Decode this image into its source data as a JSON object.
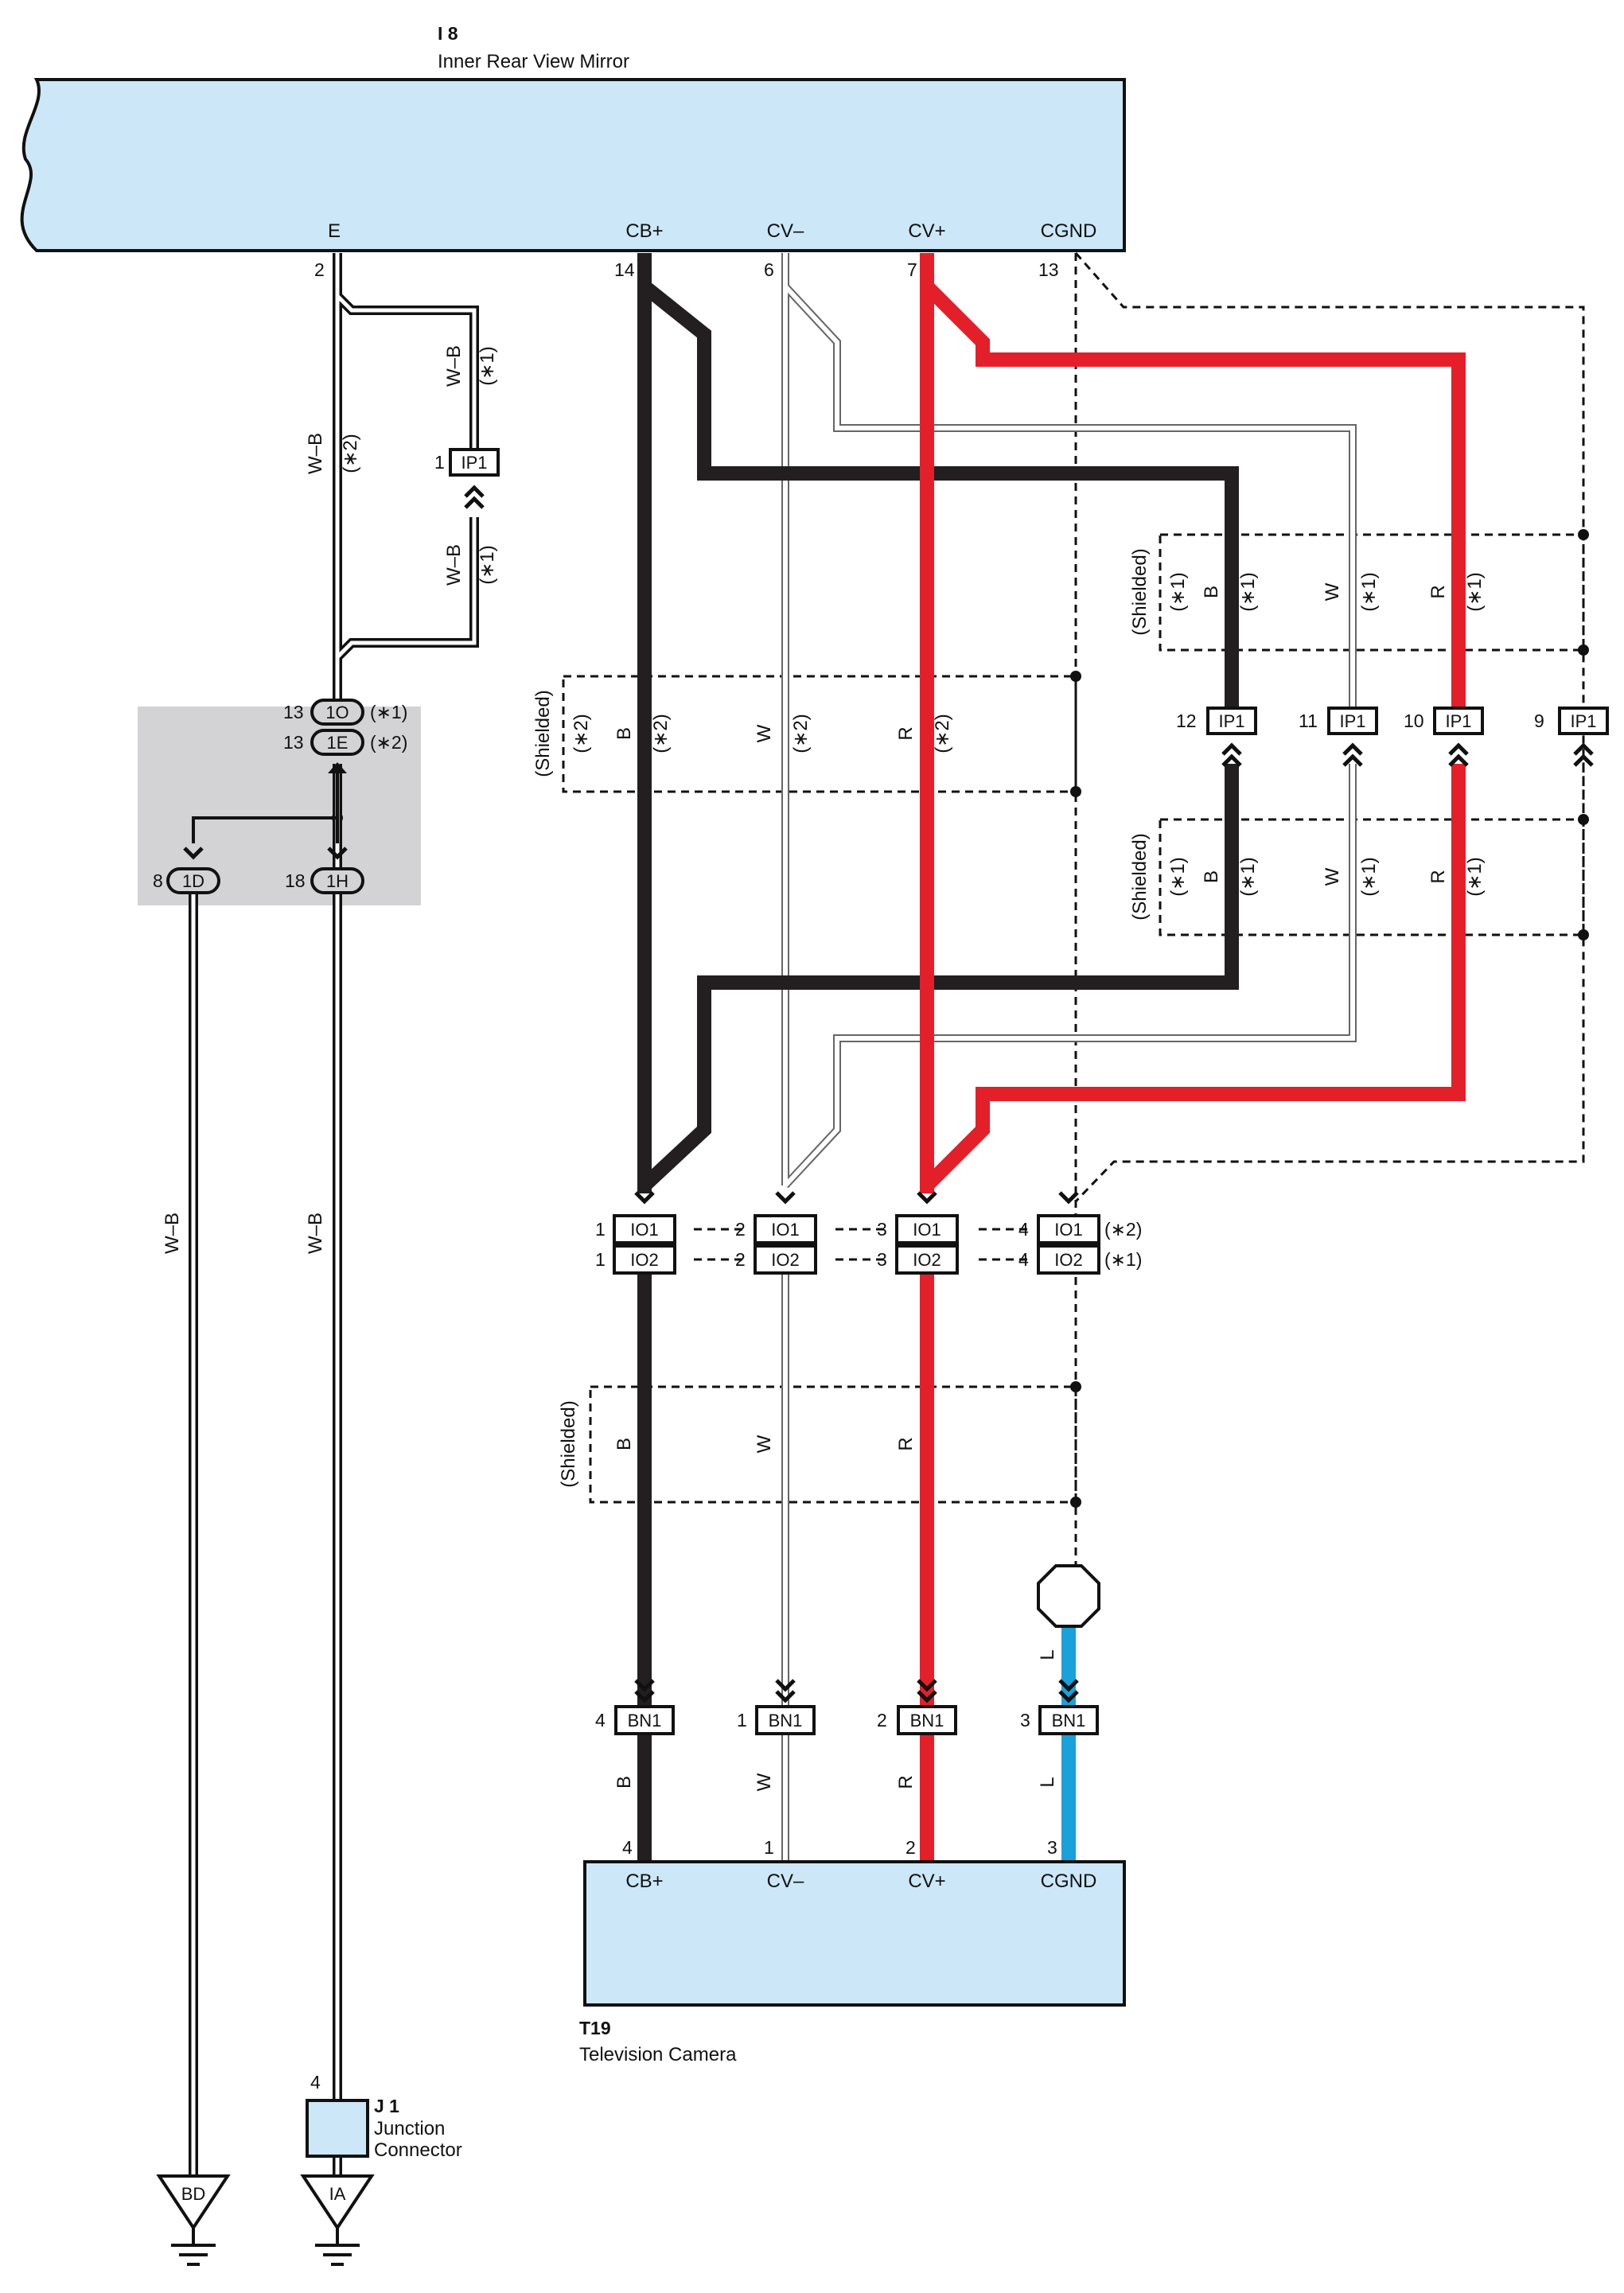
{
  "colors": {
    "component_fill": "#cbe7f8",
    "red_wire": "#e3202a",
    "black_wire": "#231f20",
    "blue_wire": "#1aa0da",
    "grey_box": "#d3d3d5"
  },
  "mirror": {
    "id": "I 8",
    "name": "Inner Rear View Mirror",
    "terminals": [
      {
        "name": "E",
        "pin": "2"
      },
      {
        "name": "CB+",
        "pin": "14"
      },
      {
        "name": "CV–",
        "pin": "6"
      },
      {
        "name": "CV+",
        "pin": "7"
      },
      {
        "name": "CGND",
        "pin": "13"
      }
    ]
  },
  "camera": {
    "id": "T19",
    "name": "Television Camera",
    "terminals": [
      {
        "name": "CB+",
        "pin": "4"
      },
      {
        "name": "CV–",
        "pin": "1"
      },
      {
        "name": "CV+",
        "pin": "2"
      },
      {
        "name": "CGND",
        "pin": "3"
      }
    ]
  },
  "junction": {
    "id": "J 1",
    "line1": "Junction",
    "line2": "Connector",
    "pin": "4"
  },
  "grounds": [
    {
      "label": "BD"
    },
    {
      "label": "IA"
    }
  ],
  "ground_connectors": [
    {
      "code": "1O",
      "pin": "13",
      "note": "(∗1)"
    },
    {
      "code": "1E",
      "pin": "13",
      "note": "(∗2)"
    },
    {
      "code": "1D",
      "pin": "8"
    },
    {
      "code": "1H",
      "pin": "18"
    }
  ],
  "ip1_bypass": {
    "code": "IP1",
    "pin": "1",
    "wire": "W–B",
    "note": "(∗1)",
    "alt_note": "(∗2)"
  },
  "ip1_connectors": [
    {
      "code": "IP1",
      "pin": "12"
    },
    {
      "code": "IP1",
      "pin": "11"
    },
    {
      "code": "IP1",
      "pin": "10"
    },
    {
      "code": "IP1",
      "pin": "9"
    }
  ],
  "io_connectors": {
    "row1": {
      "code": "IO1",
      "note": "(∗2)"
    },
    "row2": {
      "code": "IO2",
      "note": "(∗1)"
    },
    "pins": [
      "1",
      "2",
      "3",
      "4"
    ]
  },
  "bn1_connectors": [
    {
      "code": "BN1",
      "pin": "4"
    },
    {
      "code": "BN1",
      "pin": "1"
    },
    {
      "code": "BN1",
      "pin": "2"
    },
    {
      "code": "BN1",
      "pin": "3"
    }
  ],
  "wire_colors": {
    "wb": "W–B",
    "b": "B",
    "w": "W",
    "r": "R",
    "l": "L"
  },
  "notes": {
    "star1": "(∗1)",
    "star2": "(∗2)",
    "shielded": "(Shielded)"
  }
}
